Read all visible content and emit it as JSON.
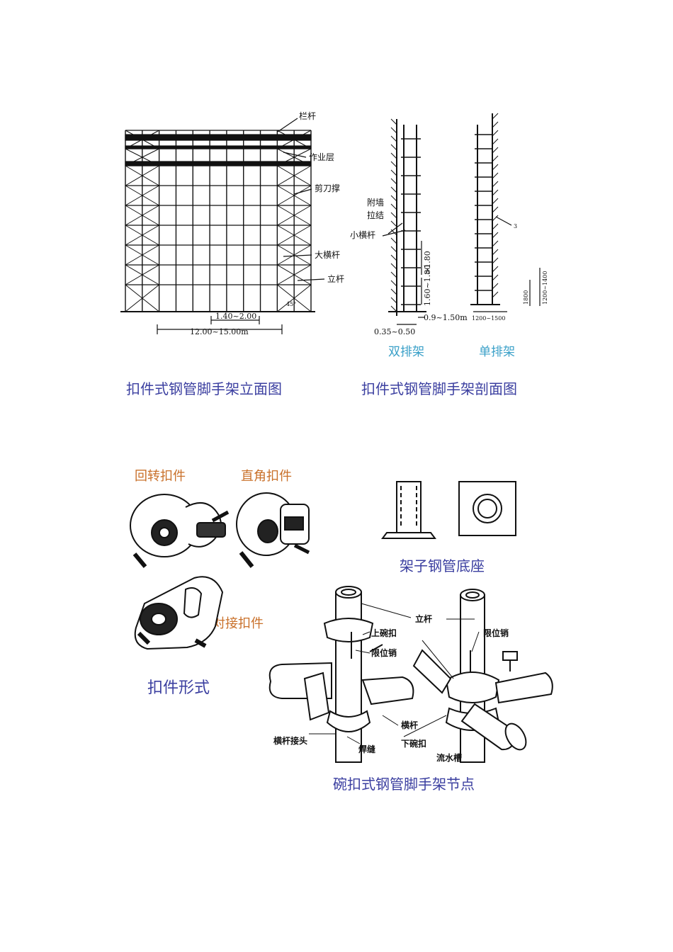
{
  "elevation": {
    "labels": {
      "railing": "栏杆",
      "work_layer": "作业层",
      "scissor_brace": "剪刀撑",
      "big_bar": "大横杆",
      "upright": "立杆",
      "angle": "45°"
    },
    "dims": {
      "bay": "1.40~2.00",
      "span": "12.00~15.00m"
    },
    "caption": "扣件式钢管脚手架立面图"
  },
  "section": {
    "labels": {
      "wall_tie_1": "附墙",
      "wall_tie_2": "拉结",
      "small_bar": "小横杆",
      "single_mark": "3"
    },
    "dims": {
      "height_gt": ">1.80",
      "height_range": "1.60~1.80",
      "row_gap": "0.9~1.50m",
      "wall_gap": "0.35~0.50",
      "single_span": "1200~1500",
      "single_h1": "1800",
      "single_h2": "1200~1400"
    },
    "double_label": "双排架",
    "single_label": "单排架",
    "caption": "扣件式钢管脚手架剖面图"
  },
  "fasteners": {
    "swivel": "回转扣件",
    "right_angle": "直角扣件",
    "butt": "对接扣件",
    "caption": "扣件形式"
  },
  "base": {
    "caption": "架子钢管底座"
  },
  "bowl": {
    "labels": {
      "upright": "立杆",
      "upper_bowl": "上碗扣",
      "stop_pin_1": "限位销",
      "stop_pin_2": "限位销",
      "crossbar": "横杆",
      "crossbar_joint": "横杆接头",
      "weld": "焊缝",
      "lower_bowl": "下碗扣",
      "drain": "流水槽"
    },
    "caption": "碗扣式钢管脚手架节点"
  }
}
